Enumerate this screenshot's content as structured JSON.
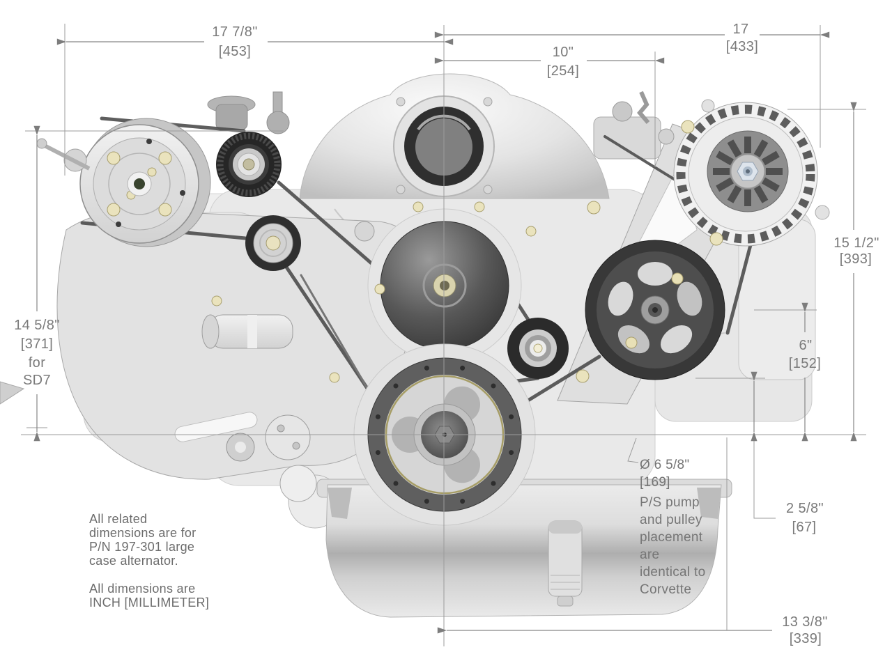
{
  "dims": {
    "w1": {
      "in": "17 7/8\"",
      "mm": "[453]"
    },
    "w2": {
      "in": "17",
      "mm": "[433]"
    },
    "w3": {
      "in": "10\"",
      "mm": "[254]"
    },
    "h1": {
      "in": "14 5/8\"",
      "mm": "[371]",
      "l3": "for",
      "l4": "SD7"
    },
    "h2": {
      "in": "15 1/2\"",
      "mm": "[393]"
    },
    "h3": {
      "in": "6\"",
      "mm": "[152]"
    },
    "h4": {
      "in": "2 5/8\"",
      "mm": "[67]"
    },
    "w4": {
      "in": "13 3/8\"",
      "mm": "[339]"
    },
    "dia": {
      "in": "Ø 6 5/8\"",
      "mm": "[169]"
    }
  },
  "notes": {
    "ps": [
      "P/S pump",
      "and pulley",
      "placement",
      "are",
      "identical to",
      "Corvette"
    ],
    "alt": [
      "All related",
      "dimensions are for",
      "P/N 197-301 large",
      "case alternator."
    ],
    "units": [
      "All dimensions are",
      "INCH [MILLIMETER]"
    ]
  },
  "colors": {
    "line": "#8c8c8c",
    "text": "#7a7a7a",
    "belt": "#4d4d4d"
  }
}
